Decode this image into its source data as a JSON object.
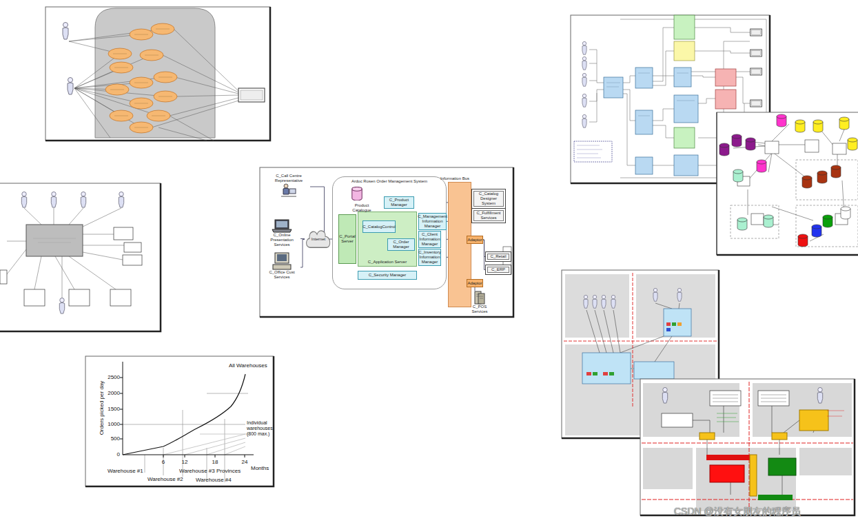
{
  "diagram": {
    "nodes": [
      {
        "text": [
          "Ardoc Rosen Order Management System"
        ]
      },
      {
        "text": [
          "Product Catalogue"
        ],
        "in": 0
      },
      {
        "text": [
          "C_Product Manager"
        ],
        "in": 0
      },
      {
        "text": [
          "C_Portal Server"
        ],
        "in": 0
      },
      {
        "text": [
          "C_Application Server"
        ],
        "in": 0
      },
      {
        "text": [
          "C_CatalogControl"
        ],
        "in": 4
      },
      {
        "text": [
          "C_Order Manager"
        ],
        "in": 4
      },
      {
        "text": [
          "C_Management Information Manager"
        ],
        "in": 0
      },
      {
        "text": [
          "C_Client Information Manager"
        ],
        "in": 0
      },
      {
        "text": [
          "C_Inventory Information Manager"
        ],
        "in": 0
      },
      {
        "text": [
          "C_Security Manager"
        ],
        "in": 0
      },
      {
        "text": [
          "Information Bus"
        ]
      },
      {
        "text": [
          "C_Catalog Designer System"
        ]
      },
      {
        "text": [
          "C_Fulfillment Services"
        ]
      },
      {
        "text": [
          "Adaptor"
        ]
      },
      {
        "text": [
          "C_Retail"
        ]
      },
      {
        "text": [
          "C_ERP"
        ]
      },
      {
        "text": [
          "Adaptor"
        ]
      },
      {
        "text": [
          "C_POS Services"
        ]
      },
      {
        "text": [
          "C_Call Centre Representative"
        ]
      },
      {
        "text": [
          "C_Online Presentation Services"
        ]
      },
      {
        "text": [
          "C_Office Cust Services"
        ]
      },
      {
        "text": [
          "Internet"
        ]
      }
    ],
    "edges": [
      {
        "from": 20,
        "to": 22,
        "arrow": "none"
      },
      {
        "from": 21,
        "to": 22,
        "arrow": "none"
      },
      {
        "from": 19,
        "to": 3,
        "arrow": "none"
      },
      {
        "from": 22,
        "to": 3,
        "arrow": "none"
      },
      {
        "from": 3,
        "to": 5,
        "arrow": "to"
      },
      {
        "from": 5,
        "to": 1,
        "arrow": "to"
      },
      {
        "from": 2,
        "to": 1,
        "arrow": "to"
      },
      {
        "from": 5,
        "to": 6,
        "arrow": "to"
      },
      {
        "from": 5,
        "to": 7,
        "arrow": "none"
      },
      {
        "from": 6,
        "to": 8,
        "arrow": "none"
      },
      {
        "from": 6,
        "to": 9,
        "arrow": "none"
      },
      {
        "from": 7,
        "to": 11,
        "arrow": "none"
      },
      {
        "from": 8,
        "to": 11,
        "arrow": "none"
      },
      {
        "from": 9,
        "to": 11,
        "arrow": "none"
      },
      {
        "from": 2,
        "to": 11,
        "arrow": "none"
      },
      {
        "from": 11,
        "to": 12,
        "arrow": "none"
      },
      {
        "from": 11,
        "to": 13,
        "arrow": "none"
      },
      {
        "from": 11,
        "to": 14,
        "arrow": "none"
      },
      {
        "from": 14,
        "to": 15,
        "arrow": "none"
      },
      {
        "from": 14,
        "to": 16,
        "arrow": "none"
      },
      {
        "from": 11,
        "to": 17,
        "arrow": "none"
      },
      {
        "from": 17,
        "to": 18,
        "arrow": "none"
      }
    ],
    "labels": [
      "Orders picked per day",
      "2500",
      "2000",
      "1500",
      "1000",
      "500",
      "0",
      "6",
      "12",
      "18",
      "24",
      "Months",
      "All Warehouses",
      "Individual warehouses (800 max.)",
      "Warehouse #1",
      "Warehouse #2",
      "Warehouse #3",
      "Provinces",
      "Warehouse #4",
      "CSDN @没有女朋友的程序员"
    ]
  }
}
